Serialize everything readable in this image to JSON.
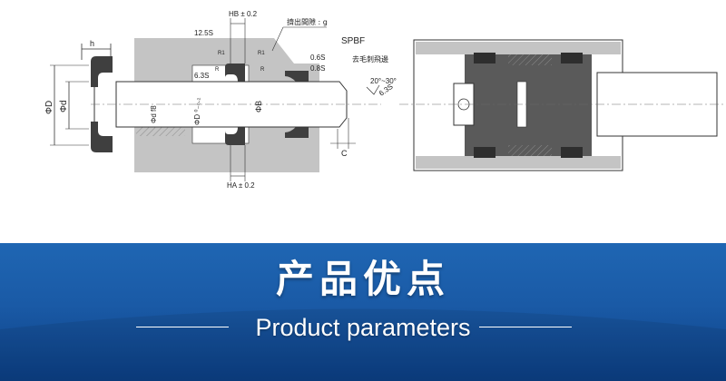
{
  "drawing": {
    "labels": {
      "h": "h",
      "phi_D": "ΦD",
      "phi_d": "Φd",
      "hb": "HB ± 0.2",
      "clearance": "擠出間隙 : g",
      "s125": "12.5S",
      "spbf": "SPBF",
      "r1a": "R1",
      "r1b": "R1",
      "r_a": "R",
      "r_b": "R",
      "s63a": "6.3S",
      "s06": "0.6S",
      "s08": "0.8S",
      "deburr": "去毛刺飛邊",
      "angle": "20°~30°",
      "s63b": "6.3S",
      "phi_d_f8": "Φd f8",
      "phi_D_tol": "ΦD ⁰₋₀.₂",
      "phi_B": "ΦB",
      "c": "C",
      "ha": "HA ± 0.2"
    },
    "colors": {
      "housing": "#c4c4c4",
      "seal": "#3f3f3f",
      "line": "#333333",
      "dash": "#6a6a6a"
    }
  },
  "banner": {
    "title_cn": "产品优点",
    "title_en": "Product parameters",
    "colors": {
      "top": "#1f66b3",
      "mid": "#1a5aa6",
      "bottom": "#0c3f84"
    }
  }
}
